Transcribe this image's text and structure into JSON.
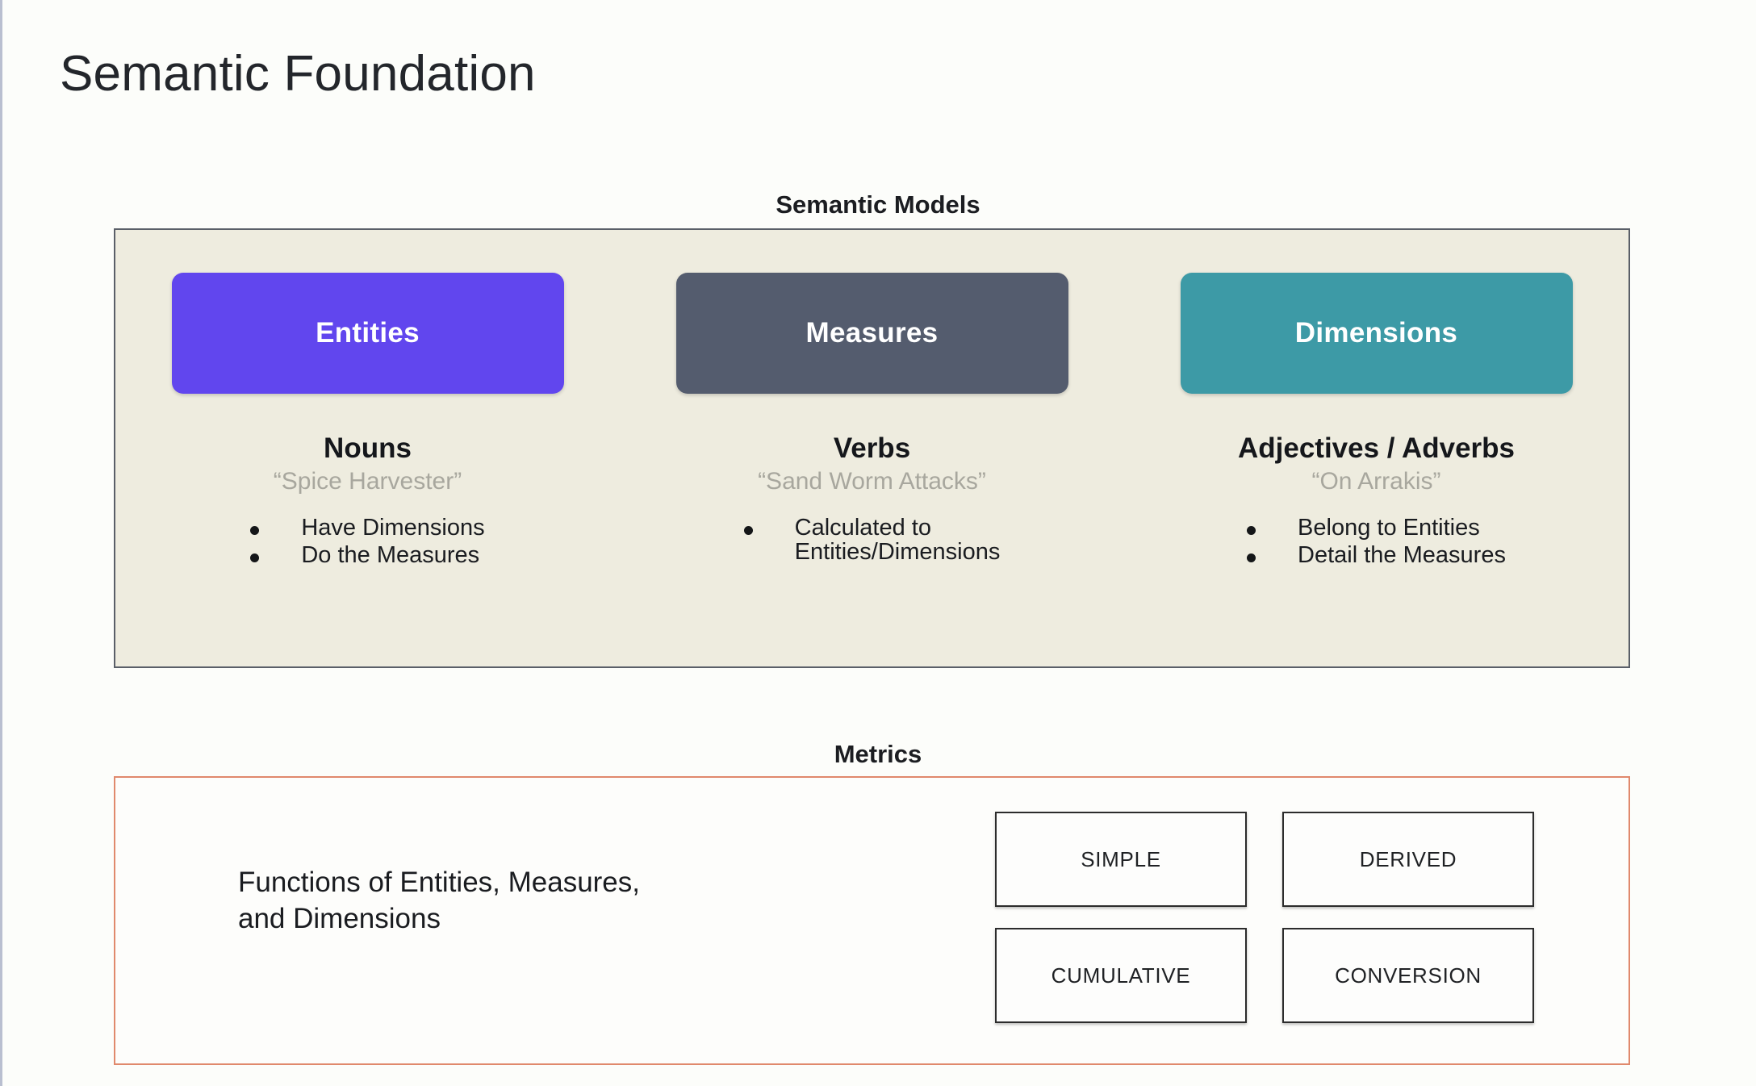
{
  "slide": {
    "title": "Semantic Foundation",
    "background_color": "#fcfdfa"
  },
  "semantic_models": {
    "caption": "Semantic Models",
    "panel_background": "#eeecdf",
    "panel_border_color": "#5a5f68",
    "columns": [
      {
        "chip_label": "Entities",
        "chip_color": "#6146ee",
        "part_of_speech": "Nouns",
        "example": "“Spice Harvester”",
        "bullets": [
          "Have Dimensions",
          "Do the Measures"
        ]
      },
      {
        "chip_label": "Measures",
        "chip_color": "#545c6e",
        "part_of_speech": "Verbs",
        "example": "“Sand Worm Attacks”",
        "bullets": [
          "Calculated to\nEntities/Dimensions"
        ]
      },
      {
        "chip_label": "Dimensions",
        "chip_color": "#3d9aa6",
        "part_of_speech": "Adjectives / Adverbs",
        "example": "“On Arrakis”",
        "bullets": [
          "Belong to Entities",
          "Detail the Measures"
        ]
      }
    ]
  },
  "metrics": {
    "caption": "Metrics",
    "panel_border_color": "#e0896c",
    "description": "Functions of Entities, Measures,\nand Dimensions",
    "types": [
      "SIMPLE",
      "DERIVED",
      "CUMULATIVE",
      "CONVERSION"
    ]
  }
}
